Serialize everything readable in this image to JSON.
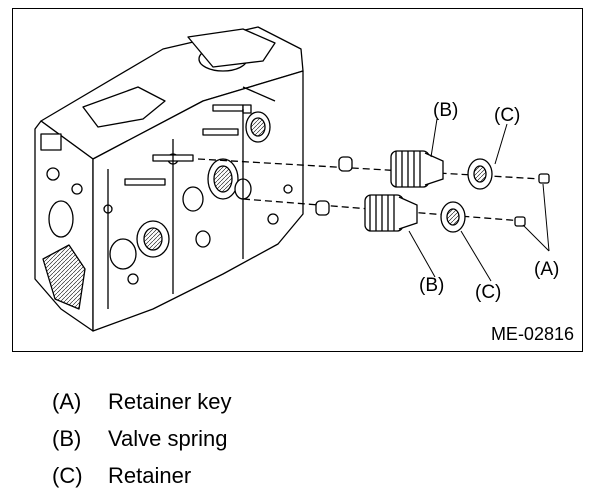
{
  "figure": {
    "id": "ME-02816",
    "callouts": {
      "a": "(A)",
      "b": "(B)",
      "c": "(C)"
    }
  },
  "legend": [
    {
      "key": "(A)",
      "label": "Retainer key"
    },
    {
      "key": "(B)",
      "label": "Valve spring"
    },
    {
      "key": "(C)",
      "label": "Retainer"
    }
  ]
}
